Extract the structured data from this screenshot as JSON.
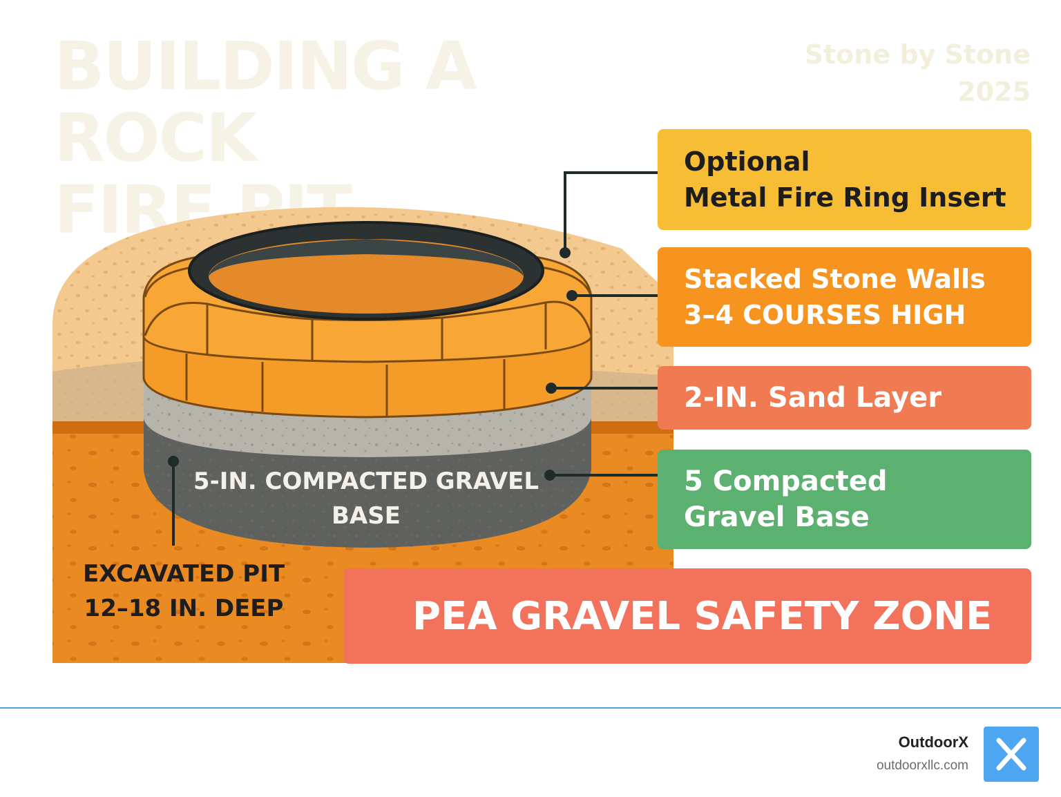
{
  "title": {
    "line1": "BUILDING A ROCK",
    "line2": "FIRE PIT"
  },
  "tagline": {
    "line1": "Stone by Stone",
    "line2": "2025"
  },
  "labels": {
    "ring": {
      "line1": "Optional",
      "line2": "Metal Fire Ring Insert"
    },
    "walls": {
      "line1": "Stacked Stone Walls",
      "line2": "3–4 COURSES HIGH"
    },
    "sand": {
      "line1": "2-IN. Sand Layer"
    },
    "gravel": {
      "line1": "5  Compacted",
      "line2": "Gravel Base"
    },
    "zone": {
      "line1": "PEA GRAVEL SAFETY ZONE"
    }
  },
  "pit_text": {
    "gravel_inner": {
      "line1": "5-IN. COMPACTED GRAVEL",
      "line2": "BASE"
    },
    "excavated": {
      "line1": "EXCAVATED PIT",
      "line2": "12–18 IN. DEEP"
    }
  },
  "footer": {
    "brand": "OutdoorX",
    "url": "outdoorxllc.com",
    "logo_icon": "x-logo-icon"
  },
  "colors": {
    "ring_box": "#f7bd34",
    "walls_box": "#f7941f",
    "sand_box": "#f07a52",
    "gravel_box": "#5cb070",
    "zone_box": "#f2725c",
    "divider": "#4ea3e3",
    "logo": "#4da6ef"
  }
}
